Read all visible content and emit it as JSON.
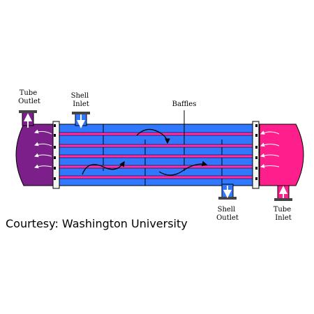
{
  "labels": {
    "tube_outlet": [
      "Tube",
      "Outlet"
    ],
    "shell_inlet": [
      "Shell",
      "Inlet"
    ],
    "baffles": "Baffles",
    "shell_outlet": [
      "Shell",
      "Outlet"
    ],
    "tube_inlet": [
      "Tube",
      "Inlet"
    ]
  },
  "credit": "Courtesy: Washington University",
  "colors": {
    "shell": "#2f78ff",
    "tube_outlet_head": "#7c1f8a",
    "tube_inlet_head": "#ff1f8c",
    "tubes": "#ff2fb0",
    "tubesheet": "#f4f4f4"
  }
}
